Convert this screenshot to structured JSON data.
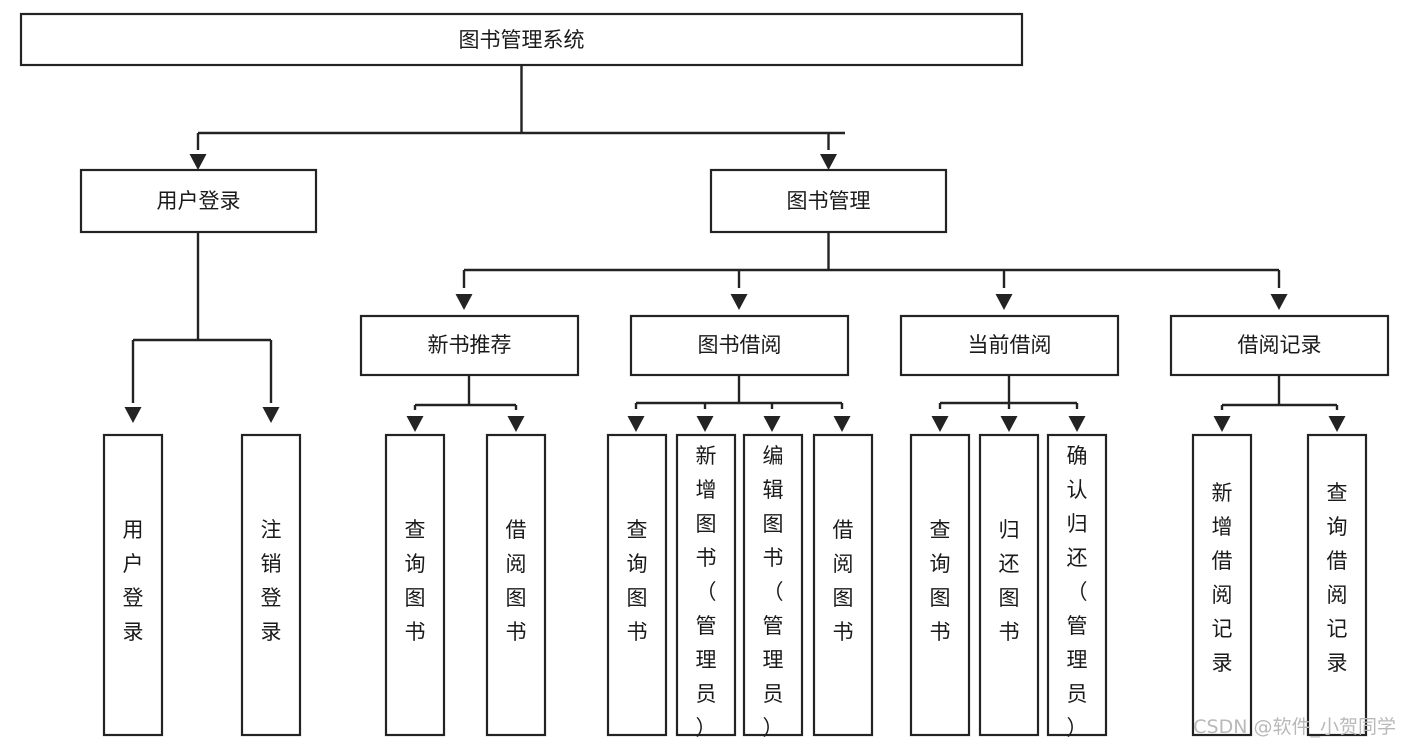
{
  "diagram": {
    "title": "图书管理系统",
    "type": "tree-hierarchy-diagram",
    "colors": {
      "background": "#ffffff",
      "box_fill": "#ffffff",
      "box_stroke": "#232323",
      "text": "#1a1a1a",
      "connector": "#232323",
      "watermark": "#b9b9b9"
    },
    "root": {
      "label": "图书管理系统"
    },
    "level2": [
      {
        "label": "用户登录"
      },
      {
        "label": "图书管理"
      }
    ],
    "level3": [
      {
        "label": "新书推荐"
      },
      {
        "label": "图书借阅"
      },
      {
        "label": "当前借阅"
      },
      {
        "label": "借阅记录"
      }
    ],
    "leaves": {
      "user_login": [
        {
          "label": "用户登录"
        },
        {
          "label": "注销登录"
        }
      ],
      "new_book_recommend": [
        {
          "label": "查询图书"
        },
        {
          "label": "借阅图书"
        }
      ],
      "book_borrow": [
        {
          "label": "查询图书"
        },
        {
          "label": "新增图书（管理员）"
        },
        {
          "label": "编辑图书（管理员）"
        },
        {
          "label": "借阅图书"
        }
      ],
      "current_borrow": [
        {
          "label": "查询图书"
        },
        {
          "label": "归还图书"
        },
        {
          "label": "确认归还（管理员）"
        }
      ],
      "borrow_records": [
        {
          "label": "新增借阅记录"
        },
        {
          "label": "查询借阅记录"
        }
      ]
    }
  },
  "watermark": {
    "text": "CSDN @软件_小贺同学"
  }
}
